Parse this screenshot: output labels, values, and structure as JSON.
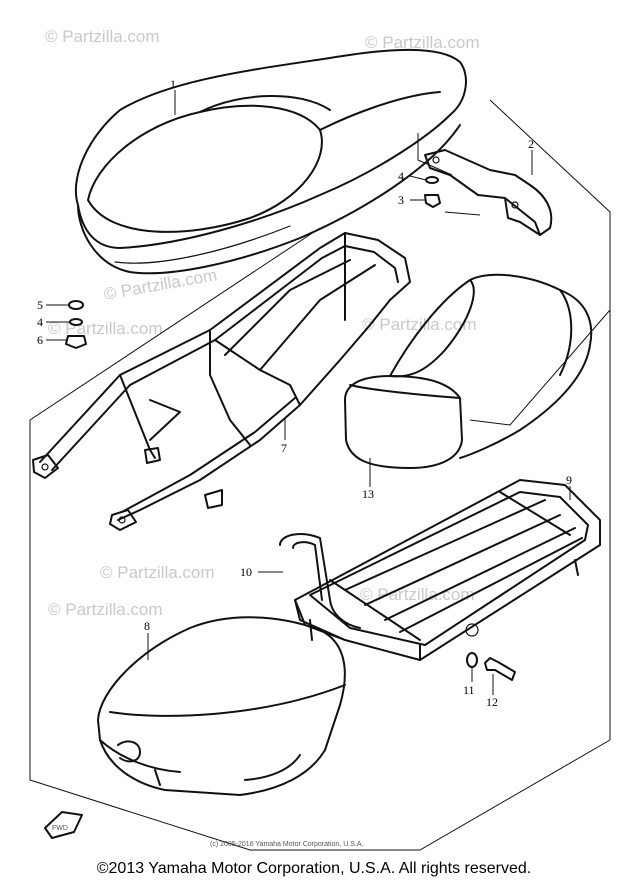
{
  "watermark": "© Partzilla.com",
  "callouts": {
    "c1": "1",
    "c2": "2",
    "c3": "3",
    "c4a": "4",
    "c5": "5",
    "c4b": "4",
    "c6": "6",
    "c7": "7",
    "c8": "8",
    "c9": "9",
    "c10": "10",
    "c11": "11",
    "c12": "12",
    "c13": "13"
  },
  "inner_copyright": "(c) 2005-2016 Yamaha Motor Corporation, U.S.A.",
  "fwd_label": "FWD",
  "footer": "©2013 Yamaha Motor Corporation, U.S.A. All rights reserved."
}
